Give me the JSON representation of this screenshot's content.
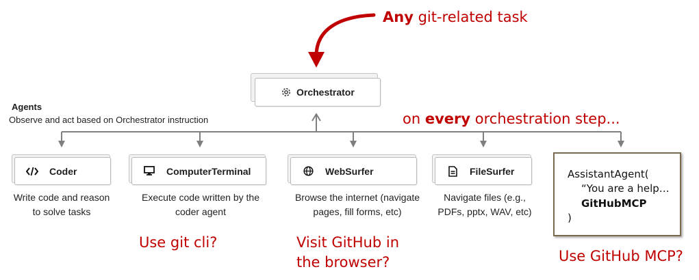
{
  "top_annotation": {
    "bold": "Any",
    "rest": " git-related task"
  },
  "orchestrator": {
    "label": "Orchestrator",
    "icon": "gear-icon"
  },
  "agents_header": {
    "title": "Agents",
    "subtitle": "Observe and act based on Orchestrator instruction"
  },
  "step_annotation": {
    "prefix": "on ",
    "bold": "every",
    "suffix": " orchestration step..."
  },
  "agents": [
    {
      "name": "Coder",
      "icon": "code-icon",
      "desc_lines": [
        "Write code and reason",
        "to solve tasks"
      ]
    },
    {
      "name": "ComputerTerminal",
      "icon": "monitor-icon",
      "desc_lines": [
        "Execute code written by the",
        "coder agent"
      ]
    },
    {
      "name": "WebSurfer",
      "icon": "globe-icon",
      "desc_lines": [
        "Browse the internet (navigate",
        "pages, fill forms, etc)"
      ]
    },
    {
      "name": "FileSurfer",
      "icon": "file-icon",
      "desc_lines": [
        "Navigate files (e.g.,",
        "PDFs, pptx, WAV, etc)"
      ]
    }
  ],
  "assistant_agent": {
    "line1": "AssistantAgent(",
    "line2": "“You are a help…",
    "line3": "GitHubMCP",
    "line4": ")"
  },
  "questions": {
    "git_cli": "Use git cli?",
    "visit_github_1": "Visit GitHub in",
    "visit_github_2": "the browser?",
    "github_mcp": "Use GitHub MCP?"
  },
  "colors": {
    "annotation_red": "#c00000",
    "connector_gray": "#7f7f7f",
    "box_border": "#7a6a4f"
  }
}
